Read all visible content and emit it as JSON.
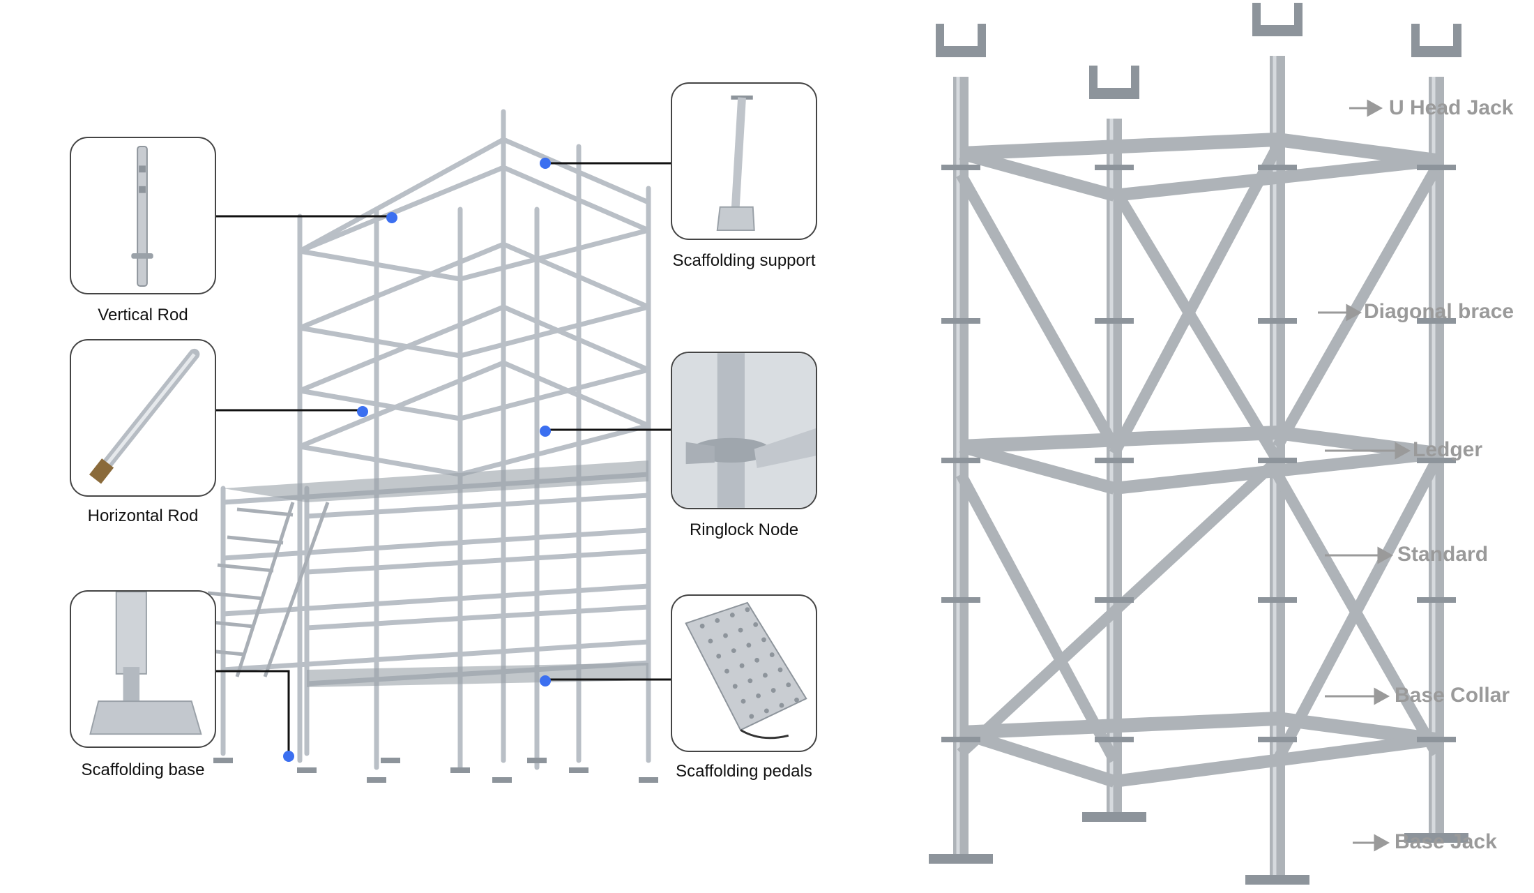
{
  "left_diagram": {
    "callouts": [
      {
        "id": "vertical-rod",
        "label": "Vertical Rod"
      },
      {
        "id": "horizontal-rod",
        "label": "Horizontal Rod"
      },
      {
        "id": "scaffolding-base",
        "label": "Scaffolding base"
      },
      {
        "id": "scaffolding-support",
        "label": "Scaffolding support"
      },
      {
        "id": "ringlock-node",
        "label": "Ringlock Node"
      },
      {
        "id": "scaffolding-pedals",
        "label": "Scaffolding pedals"
      }
    ],
    "colors": {
      "pointer_dot": "#3b6ff0",
      "pointer_line": "#111111",
      "frame": "#444444",
      "steel": "#b9bfc6"
    }
  },
  "right_diagram": {
    "labels": [
      {
        "id": "u-head-jack",
        "text": "U Head Jack"
      },
      {
        "id": "diagonal-brace",
        "text": "Diagonal brace"
      },
      {
        "id": "ledger",
        "text": "Ledger"
      },
      {
        "id": "standard",
        "text": "Standard"
      },
      {
        "id": "base-collar",
        "text": "Base Collar"
      },
      {
        "id": "base-jack",
        "text": "Base Jack"
      }
    ],
    "colors": {
      "label": "#9a9a9a",
      "arrow": "#9a9a9a",
      "steel": "#aeb3b8"
    }
  }
}
